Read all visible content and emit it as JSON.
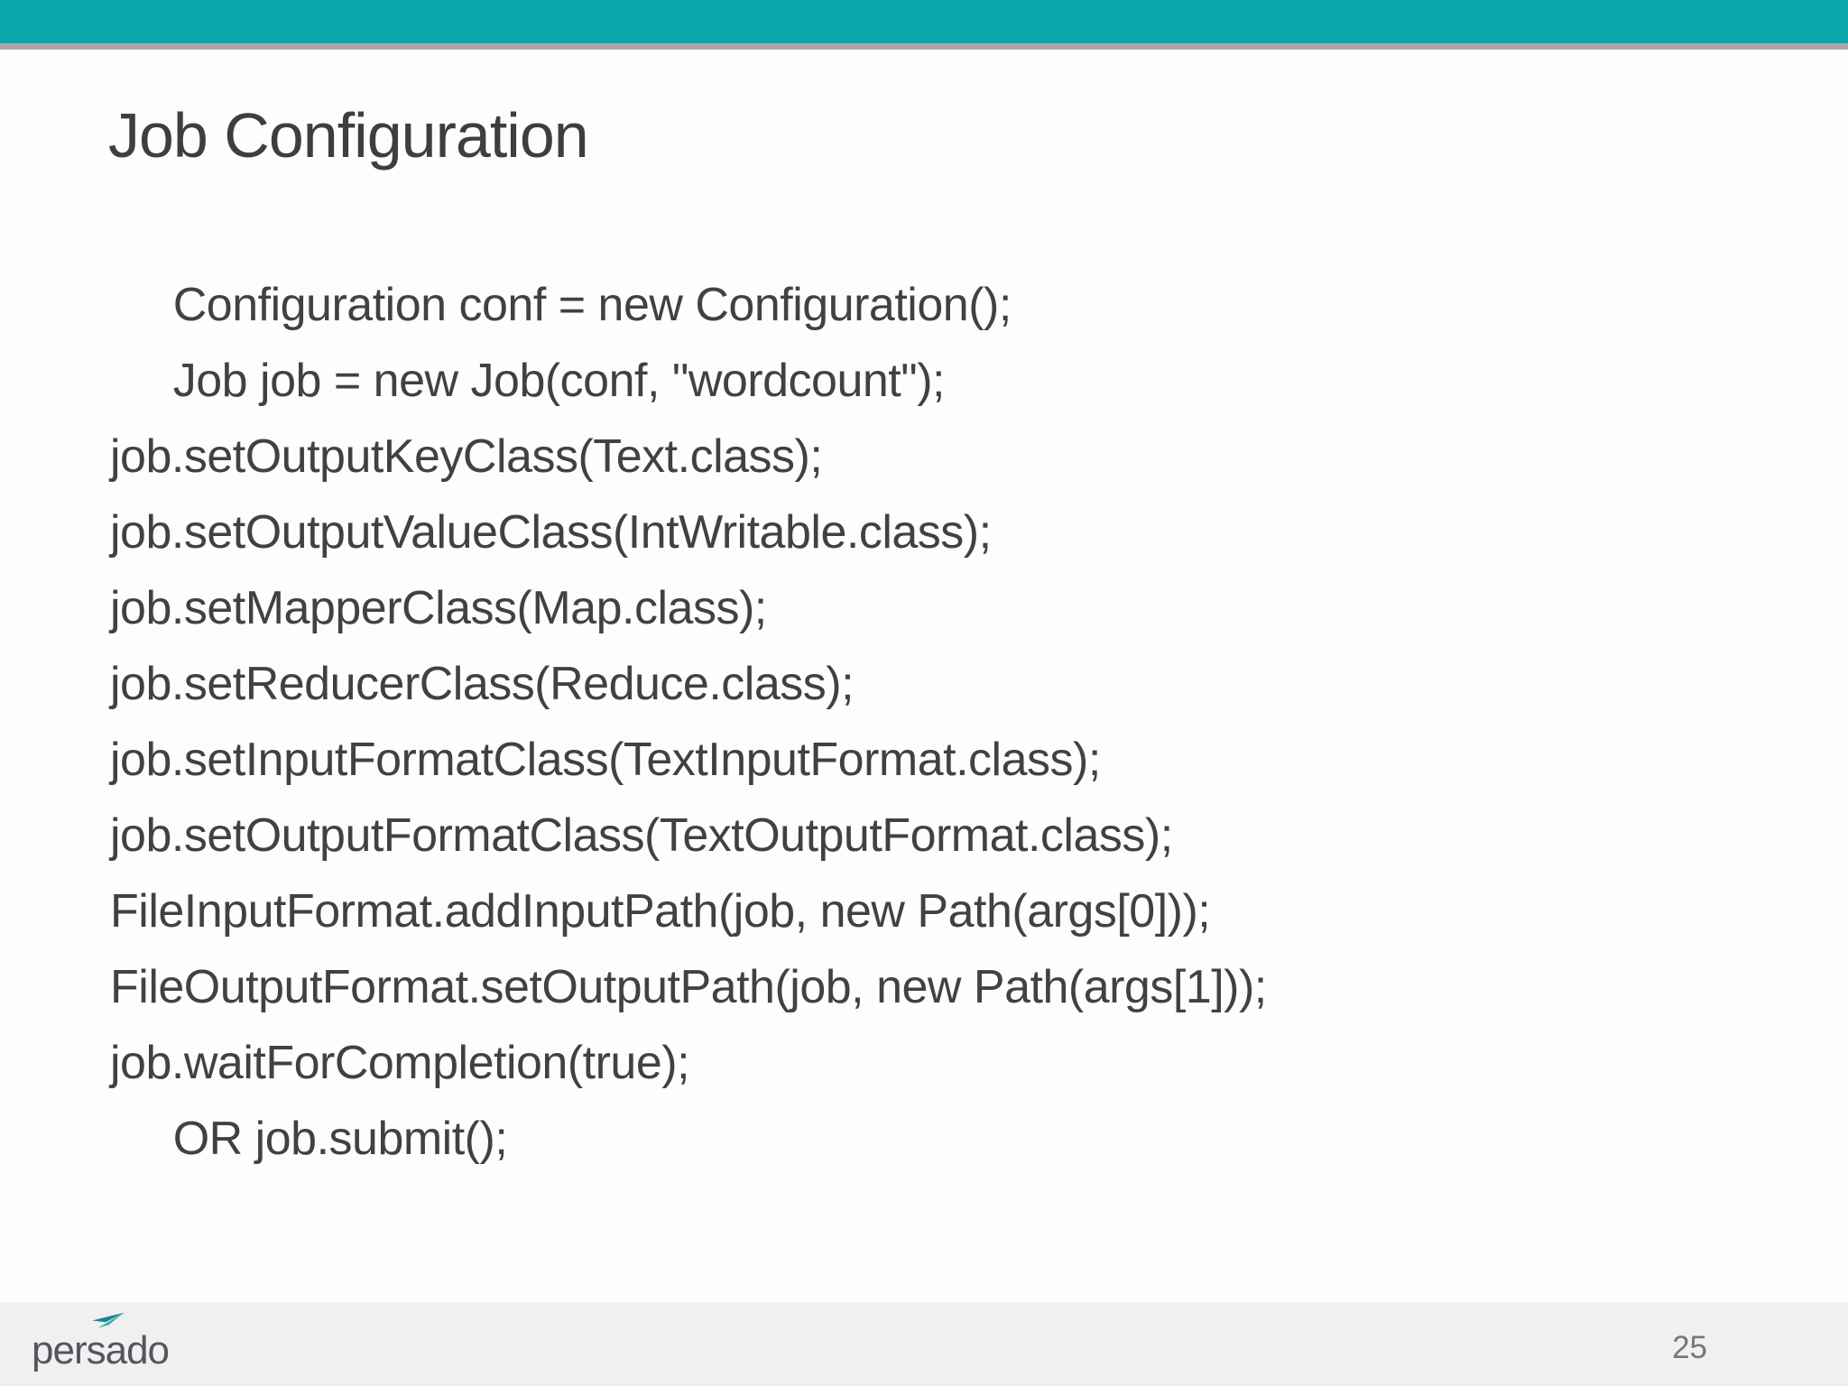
{
  "slide": {
    "title": "Job Configuration",
    "code_lines": [
      "     Configuration conf = new Configuration();",
      "     Job job = new Job(conf, \"wordcount\");",
      "job.setOutputKeyClass(Text.class);",
      "job.setOutputValueClass(IntWritable.class);",
      "job.setMapperClass(Map.class);",
      "job.setReducerClass(Reduce.class);",
      "job.setInputFormatClass(TextInputFormat.class);",
      "job.setOutputFormatClass(TextOutputFormat.class);",
      "FileInputFormat.addInputPath(job, new Path(args[0]));",
      "FileOutputFormat.setOutputPath(job, new Path(args[1]));",
      "job.waitForCompletion(true);",
      "     OR job.submit();"
    ],
    "footer": {
      "logo_text": "persado",
      "page_number": "25"
    },
    "colors": {
      "accent_teal": "#0aa7ad",
      "underline_gray": "#a9a7aa",
      "body_text": "#404143",
      "title_text": "#3d3e40",
      "footer_background": "#f0eff2",
      "logo_arrow_dark": "#1e8390",
      "logo_arrow_light": "#2eb6a8",
      "page_number_text": "#76767a"
    }
  }
}
